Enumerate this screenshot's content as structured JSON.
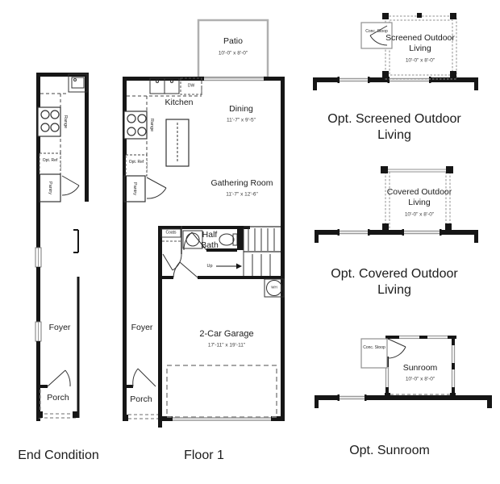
{
  "captions": {
    "end_condition": "End Condition",
    "floor1": "Floor 1",
    "screened": "Opt. Screened Outdoor Living",
    "covered": "Opt. Covered Outdoor Living",
    "sunroom": "Opt. Sunroom"
  },
  "floor1": {
    "patio": {
      "name": "Patio",
      "dims": "10'-0\" x 8'-0\""
    },
    "kitchen": "Kitchen",
    "dining": {
      "name": "Dining",
      "dims": "11'-7\" x 9'-5\""
    },
    "gathering": {
      "name": "Gathering Room",
      "dims": "11'-7\" x 12'-6\""
    },
    "half_bath": "Half Bath",
    "garage": {
      "name": "2-Car Garage",
      "dims": "17'-11\" x 19'-11\""
    },
    "foyer": "Foyer",
    "porch": "Porch",
    "range": "Range",
    "pantry": "Pantry",
    "opt_ref": "Opt. Ref",
    "dw": "DW",
    "coats": "Coats",
    "up": "Up",
    "wh": "WH"
  },
  "end_condition": {
    "foyer": "Foyer",
    "porch": "Porch",
    "range": "Range",
    "pantry": "Pantry",
    "opt_ref": "Opt. Ref"
  },
  "options": {
    "screened": {
      "name": "Screened Outdoor Living",
      "dims": "10'-0\" x 8'-0\"",
      "stoop": "Conc. Stoop"
    },
    "covered": {
      "name": "Covered Outdoor Living",
      "dims": "10'-0\" x 8'-0\""
    },
    "sunroom": {
      "name": "Sunroom",
      "dims": "10'-0\" x 8'-0\"",
      "stoop": "Conc. Stoop"
    }
  },
  "colors": {
    "wall": "#161616",
    "patio_gray": "#b0b0b0",
    "dashed_gray": "#8a8a8a",
    "text": "#1c1c1c",
    "background": "#ffffff"
  }
}
